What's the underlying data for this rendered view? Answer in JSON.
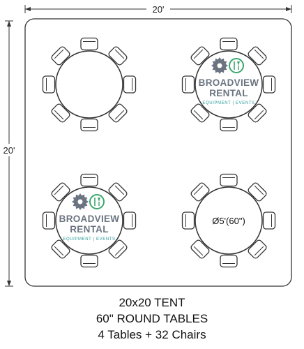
{
  "dimensions": {
    "width_label": "20'",
    "height_label": "20'"
  },
  "tables": [
    {
      "id": "top-left",
      "logo": false,
      "label": ""
    },
    {
      "id": "top-right",
      "logo": true,
      "label": ""
    },
    {
      "id": "bottom-left",
      "logo": true,
      "label": ""
    },
    {
      "id": "bottom-right",
      "logo": false,
      "label": "Ø5'(60\")"
    }
  ],
  "chairs_per_table": 8,
  "logo": {
    "line1": "BROADVIEW",
    "line2": "RENTAL",
    "tagline": "EQUIPMENT | EVENTS",
    "color_gray": "#6b7480",
    "color_teal": "#2e9b9a",
    "color_green": "#3aa76d"
  },
  "caption": {
    "line1": "20x20 TENT",
    "line2": "60\" ROUND TABLES",
    "line3": "4 Tables + 32 Chairs"
  }
}
